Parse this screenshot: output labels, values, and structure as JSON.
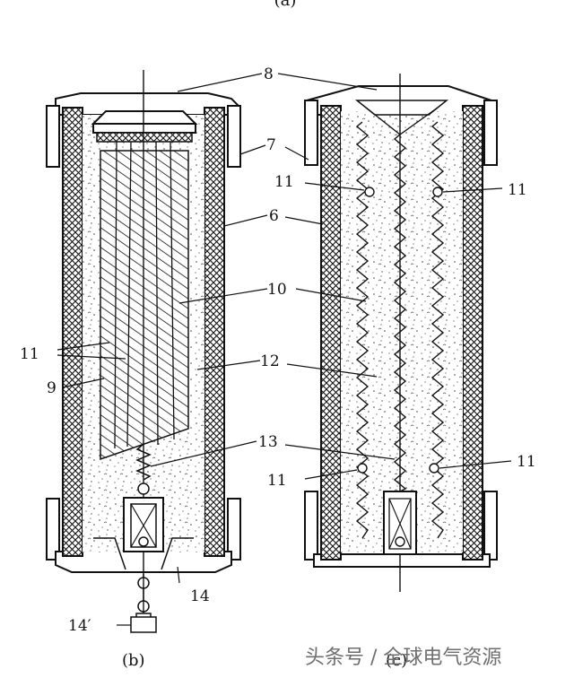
{
  "figure": {
    "top_caption": "(a)",
    "caption_b": "(b)",
    "caption_c": "(c)",
    "watermark": "头条号 / 全球电气资源"
  },
  "labels_b": {
    "l6": "6",
    "l7": "7",
    "l8": "8",
    "l9": "9",
    "l10": "10",
    "l11a": "11",
    "l12": "12",
    "l13": "13",
    "l14": "14",
    "l14p": "14′"
  },
  "labels_c": {
    "l11_tl": "11",
    "l11_tr": "11",
    "l11_bl": "11",
    "l11_br": "11"
  }
}
